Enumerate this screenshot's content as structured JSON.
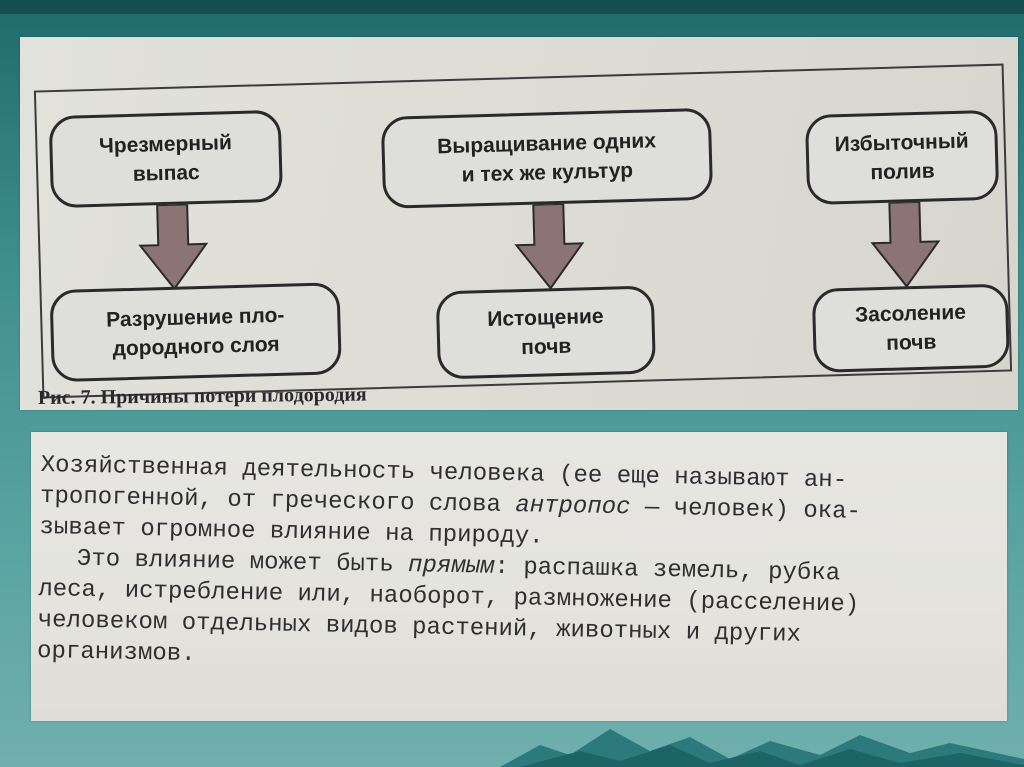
{
  "figure": {
    "cause_boxes": [
      {
        "label": "Чрезмерный\nвыпас"
      },
      {
        "label": "Выращивание одних\nи тех же культур"
      },
      {
        "label": "Избыточный\nполив"
      }
    ],
    "effect_boxes": [
      {
        "label": "Разрушение пло-\nдородного слоя"
      },
      {
        "label": "Истощение\nпочв"
      },
      {
        "label": "Засоление\nпочв"
      }
    ],
    "caption": "Рис. 7. Причины потери плодородия",
    "arrow_color": "#8c7474"
  },
  "text": {
    "p1_line1": "Хозяйственная деятельность человека (ее еще называют ан-",
    "p1_line2_a": "тропогенной, от греческого слова ",
    "p1_line2_em": "антропос",
    "p1_line2_b": " — человек) ока-",
    "p1_line3": "зывает огромное влияние на природу.",
    "p2_line1_a": "Это влияние может быть ",
    "p2_line1_em": "прямым",
    "p2_line1_b": ": распашка земель, рубка",
    "p2_line2": "леса, истребление или, наоборот, размножение (расселение)",
    "p2_line3": "человеком отдельных видов растений, животных и других",
    "p2_line4": "организмов."
  }
}
